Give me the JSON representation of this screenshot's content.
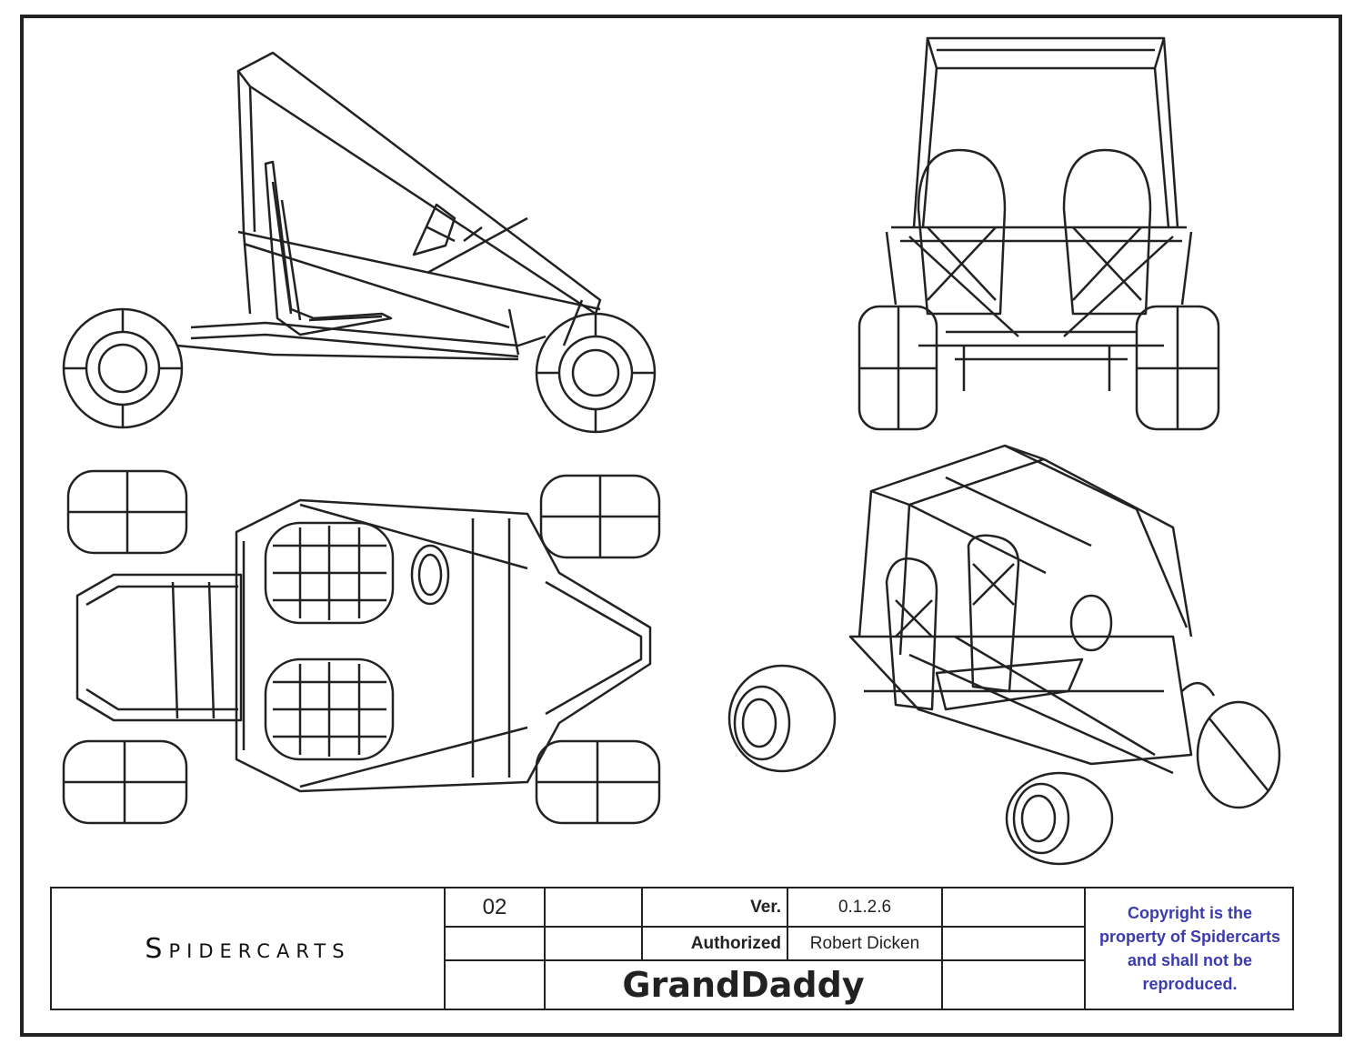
{
  "title_block": {
    "company": "Spidercarts",
    "sheet_number": "02",
    "version_label": "Ver.",
    "version_value": "0.1.2.6",
    "authorized_label": "Authorized",
    "authorized_value": "Robert Dicken",
    "drawing_title": "GrandDaddy",
    "copyright_lines": [
      "Copyright is the",
      "property of Spidercarts",
      "and shall not be",
      "reproduced."
    ]
  },
  "colors": {
    "line": "#222222",
    "copyright": "#3b3bb0",
    "background": "#ffffff"
  }
}
